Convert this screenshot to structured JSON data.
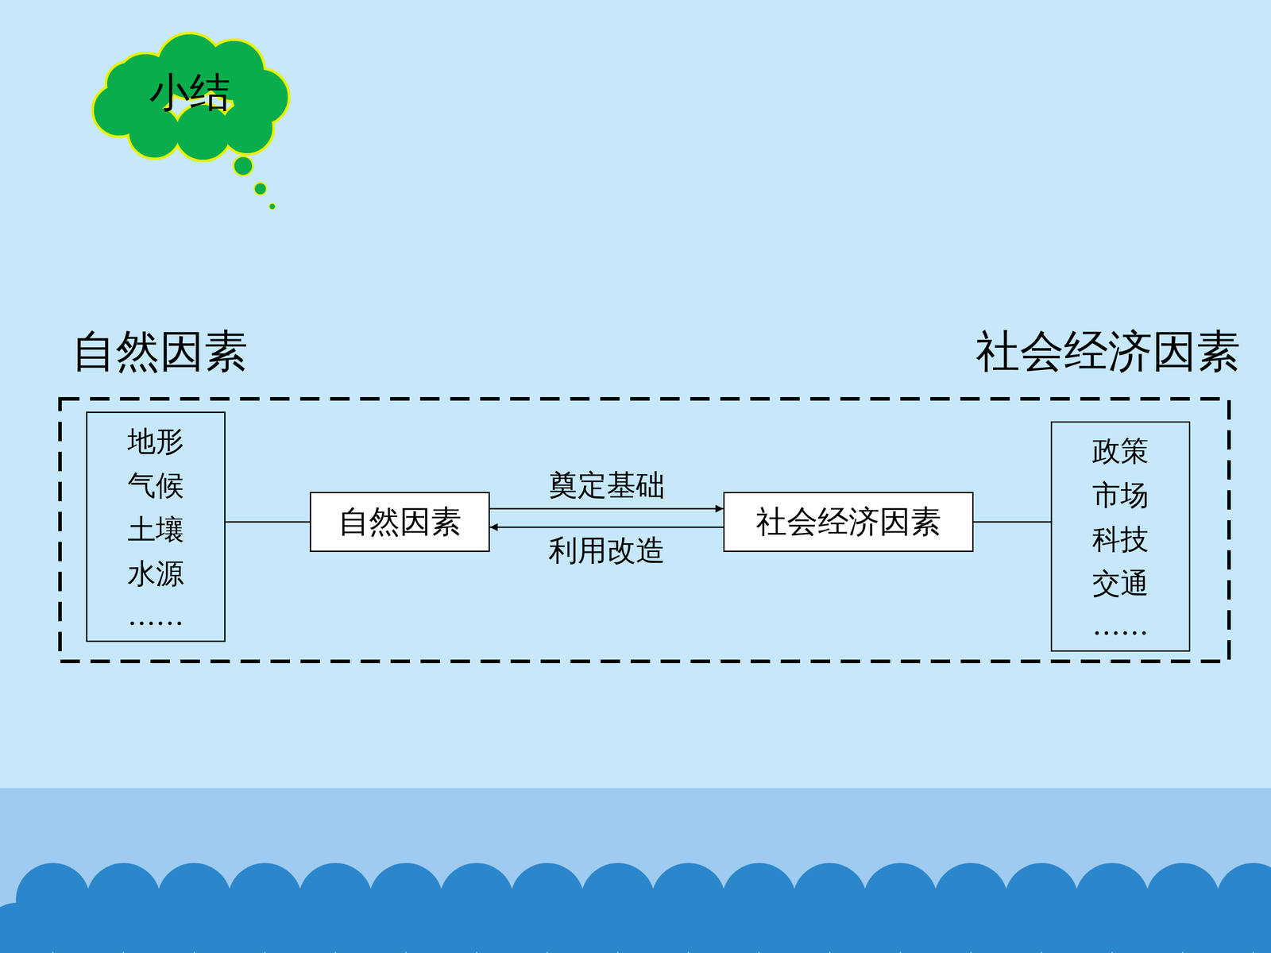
{
  "diagram": {
    "nodes": [
      {
        "text": [
          "小结"
        ]
      },
      {
        "text": [
          "自然因素",
          "社会经济因素"
        ]
      },
      {
        "text": [
          "地形",
          "气候",
          "土壤",
          "水源",
          "……"
        ],
        "in": 1
      },
      {
        "text": [
          "自然因素"
        ],
        "in": 1
      },
      {
        "text": [
          "社会经济因素"
        ],
        "in": 1
      },
      {
        "text": [
          "政策",
          "市场",
          "科技",
          "交通",
          "……"
        ],
        "in": 1
      }
    ],
    "edges": [
      {
        "from": 2,
        "to": 3,
        "arrow": "none"
      },
      {
        "from": 3,
        "to": 4,
        "arrow": "to",
        "label": "奠定基础"
      },
      {
        "from": 4,
        "to": 3,
        "arrow": "to",
        "label": "利用改造"
      },
      {
        "from": 4,
        "to": 5,
        "arrow": "none"
      }
    ]
  }
}
